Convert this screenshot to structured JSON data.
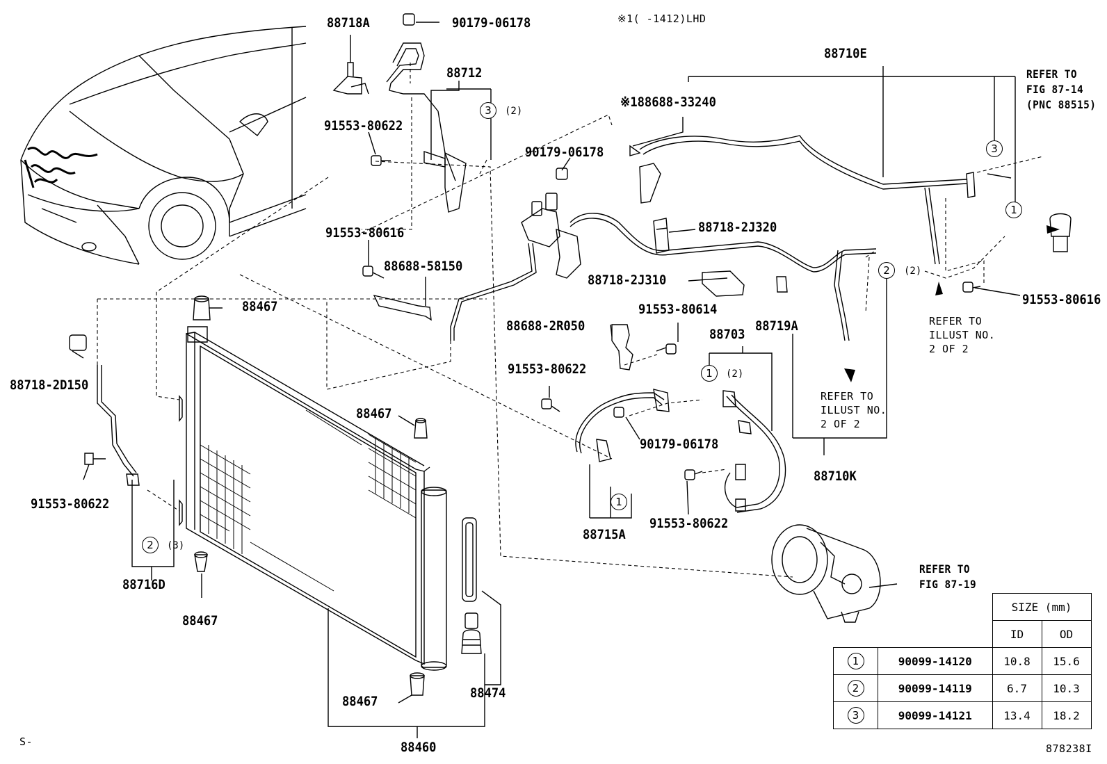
{
  "header_note": "※1(      -1412)LHD",
  "footer_left": "S-",
  "footer_right": "878238I",
  "labels": {
    "l88718A": "88718A",
    "l90179_top": "90179-06178",
    "l88712": "88712",
    "l91553_80622_a": "91553-80622",
    "l90179_mid": "90179-06178",
    "l88688_33240": "※188688-33240",
    "l88710E": "88710E",
    "l88718_2J320": "88718-2J320",
    "l91553_80616_a": "91553-80616",
    "l88688_58150": "88688-58150",
    "l88718_2J310": "88718-2J310",
    "l91553_80614": "91553-80614",
    "l88688_2R050": "88688-2R050",
    "l88703": "88703",
    "l88719A": "88719A",
    "l91553_80622_b": "91553-80622",
    "l90179_low": "90179-06178",
    "l91553_80622_c": "91553-80622",
    "l88715A": "88715A",
    "l88710K": "88710K",
    "l88467_a": "88467",
    "l88467_b": "88467",
    "l88467_c": "88467",
    "l88467_d": "88467",
    "l88474": "88474",
    "l88460": "88460",
    "l88718_2D150": "88718-2D150",
    "l91553_80622_d": "91553-80622",
    "l88716D": "88716D",
    "l91553_80616_b": "91553-80616"
  },
  "refs": {
    "ref_fig_87_14": "REFER TO\nFIG 87-14\n(PNC 88515)",
    "ref_illust_right": "REFER TO\nILLUST NO.\n2 OF 2",
    "ref_illust_mid": "REFER TO\nILLUST NO.\n2 OF 2",
    "ref_fig_87_19": "REFER TO\nFIG 87-19"
  },
  "callouts": {
    "c3_top": "3",
    "q3_top": "(2)",
    "c3_right": "3",
    "c1_right": "1",
    "c2_mid": "2",
    "q2_mid": "(2)",
    "c1_88703": "1",
    "q1_88703": "(2)",
    "c1_88715": "1",
    "c2_left": "2",
    "q2_left": "(3)"
  },
  "size_table": {
    "title": "SIZE (mm)",
    "col_id": "ID",
    "col_od": "OD",
    "rows": [
      {
        "no": "1",
        "part": "90099-14120",
        "id": "10.8",
        "od": "15.6"
      },
      {
        "no": "2",
        "part": "90099-14119",
        "id": "6.7",
        "od": "10.3"
      },
      {
        "no": "3",
        "part": "90099-14121",
        "id": "13.4",
        "od": "18.2"
      }
    ]
  }
}
